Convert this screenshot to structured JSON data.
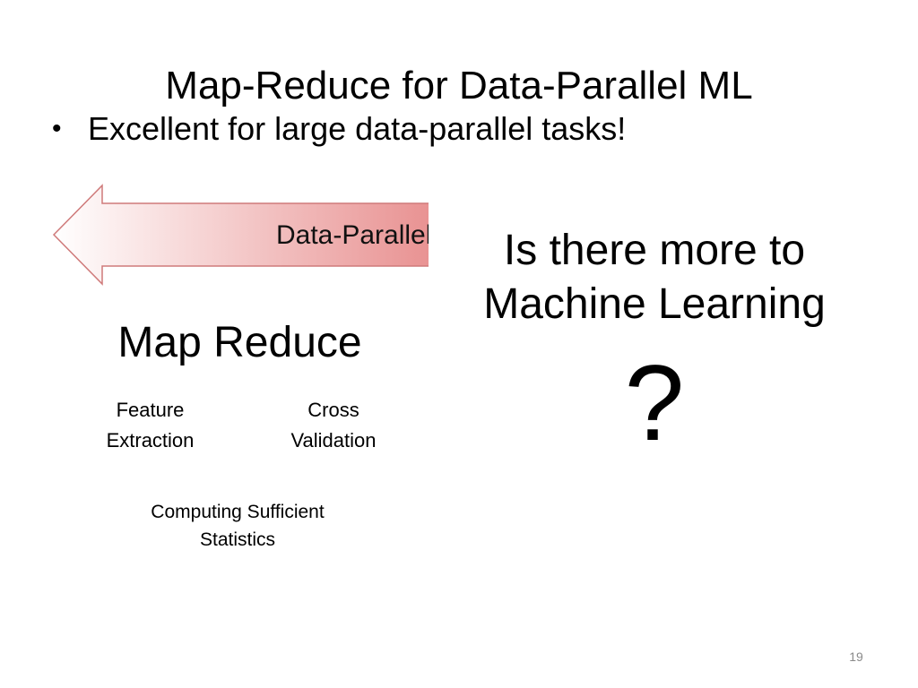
{
  "slide": {
    "title": "Map-Reduce for Data-Parallel ML",
    "bullet": "Excellent for large data-parallel tasks!",
    "arrow": {
      "label": "Data-Parallel",
      "fill_start": "#ffffff",
      "fill_end": "#e89090",
      "stroke": "#cf7a7a"
    },
    "question": {
      "line1": "Is there more to",
      "line2": "Machine Learning",
      "mark": "?"
    },
    "map_reduce": {
      "heading": "Map Reduce",
      "items": [
        {
          "line1": "Feature",
          "line2": "Extraction"
        },
        {
          "line1": "Cross",
          "line2": "Validation"
        },
        {
          "line1": "Computing Sufficient",
          "line2": "Statistics"
        }
      ]
    },
    "page_number": "19"
  }
}
